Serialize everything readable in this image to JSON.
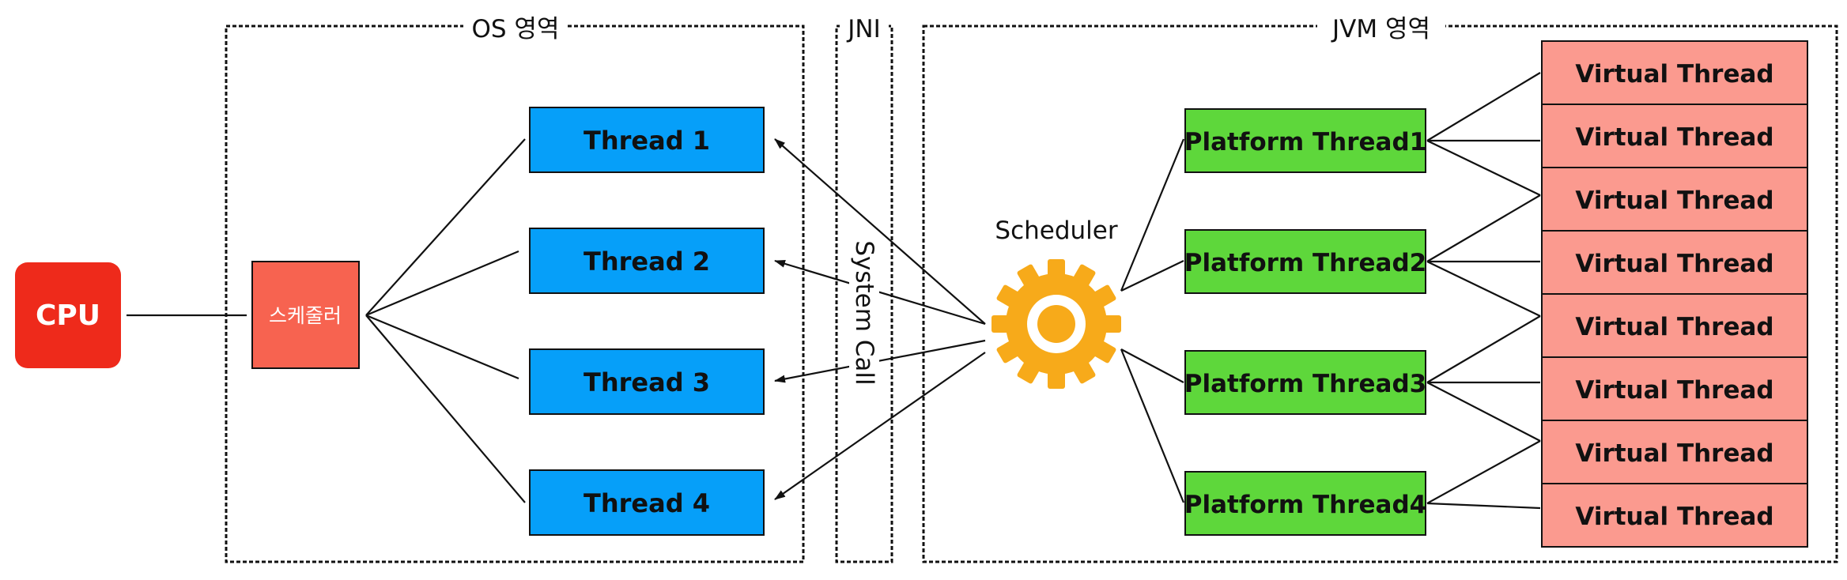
{
  "regions": {
    "os": "OS 영역",
    "jni": "JNI",
    "jvm": "JVM 영역"
  },
  "cpu": {
    "label": "CPU",
    "color": "#ee2a1b"
  },
  "os_scheduler": {
    "label": "스케줄러",
    "color": "#f76350"
  },
  "os_threads": [
    "Thread 1",
    "Thread 2",
    "Thread 3",
    "Thread 4"
  ],
  "os_thread_color": "#069ff9",
  "system_call": "System Call",
  "jvm_scheduler": {
    "label": "Scheduler",
    "color": "#f7aa1a"
  },
  "platform_threads": [
    "Platform Thread1",
    "Platform Thread2",
    "Platform Thread3",
    "Platform Thread4"
  ],
  "platform_thread_color": "#5ed73b",
  "virtual_threads": [
    "Virtual Thread",
    "Virtual Thread",
    "Virtual Thread",
    "Virtual Thread",
    "Virtual Thread",
    "Virtual Thread",
    "Virtual Thread",
    "Virtual Thread"
  ],
  "virtual_thread_color": "#fb9a8f"
}
